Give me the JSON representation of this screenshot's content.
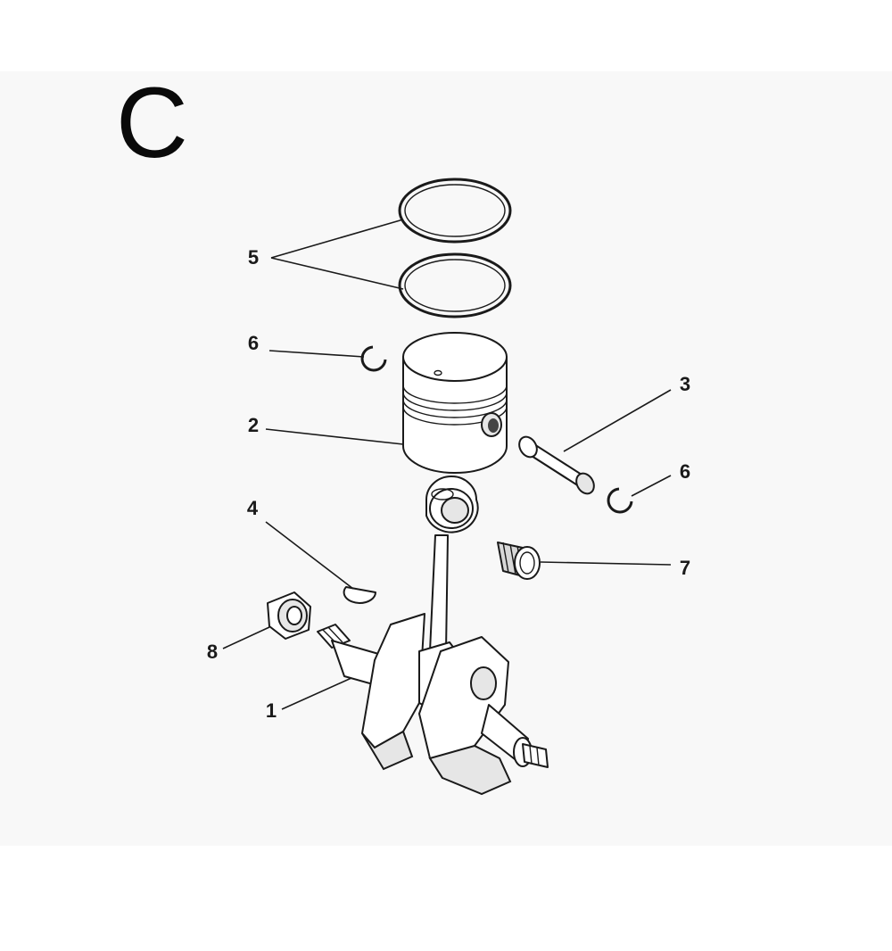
{
  "section_letter": "C",
  "callouts": [
    {
      "id": "rings",
      "number": "5"
    },
    {
      "id": "circlip-left",
      "number": "6"
    },
    {
      "id": "piston",
      "number": "2"
    },
    {
      "id": "piston-pin",
      "number": "3"
    },
    {
      "id": "circlip-right",
      "number": "6"
    },
    {
      "id": "woodruff-key",
      "number": "4"
    },
    {
      "id": "needle-bearing",
      "number": "7"
    },
    {
      "id": "nut",
      "number": "8"
    },
    {
      "id": "crankshaft",
      "number": "1"
    }
  ]
}
